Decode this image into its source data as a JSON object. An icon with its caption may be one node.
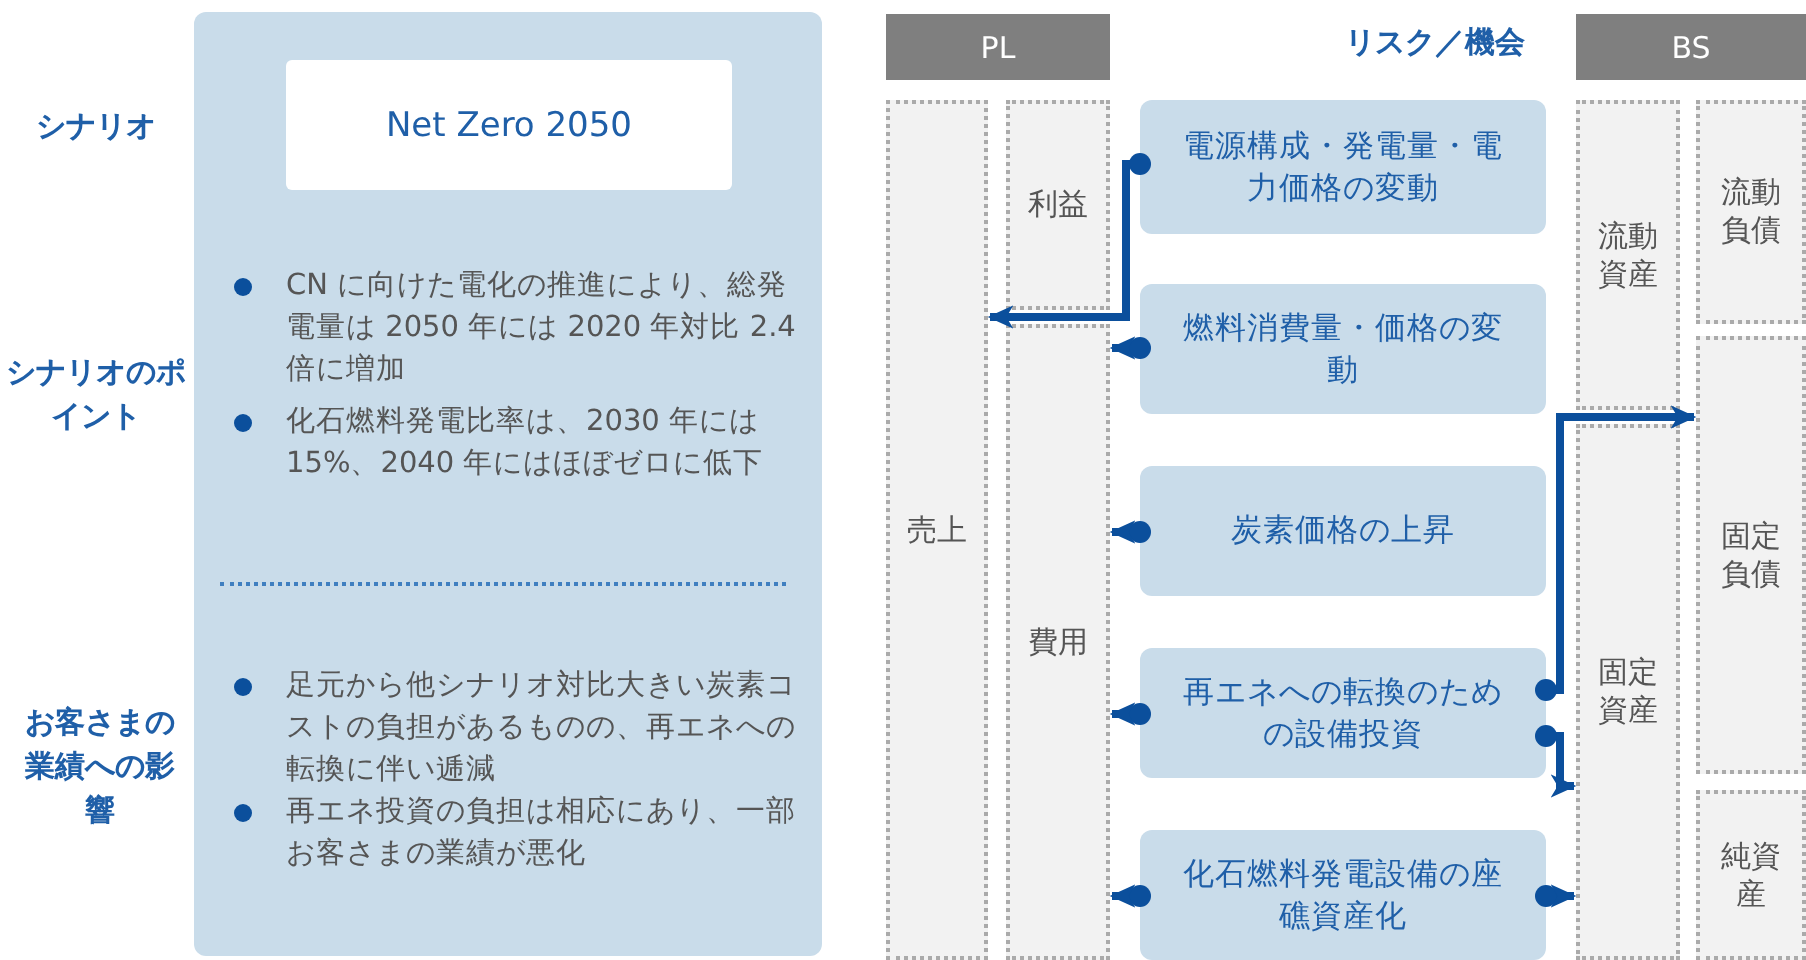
{
  "diagram": {
    "nodes": [
      {
        "text": [
          "CN に向けた電化の推進により、総発電量は 2050 年には 2020 年対比 2.4 倍に増加",
          "化石燃料発電比率は、2030 年には 15%、2040 年にはほぼゼロに低下",
          "足元から他シナリオ対比大きい炭素コストの負担があるものの、再エネへの転換に伴い逓減",
          "再エネ投資の負担は相応にあり、一部お客さまの業績が悪化"
        ]
      },
      {
        "text": [
          "Net Zero 2050"
        ],
        "in": 0
      },
      {
        "text": [
          "PL"
        ]
      },
      {
        "text": [
          "BS"
        ]
      },
      {
        "text": [
          "売上"
        ]
      },
      {
        "text": [
          "利益"
        ]
      },
      {
        "text": [
          "費用"
        ]
      },
      {
        "text": [
          "電源構成・発電量・電力価格の変動"
        ]
      },
      {
        "text": [
          "燃料消費量・価格の変動"
        ]
      },
      {
        "text": [
          "炭素価格の上昇"
        ]
      },
      {
        "text": [
          "再エネへの転換のための設備投資"
        ]
      },
      {
        "text": [
          "化石燃料発電設備の座礁資産化"
        ]
      },
      {
        "text": [
          "流動資産"
        ]
      },
      {
        "text": [
          "流動負債"
        ]
      },
      {
        "text": [
          "固定資産"
        ]
      },
      {
        "text": [
          "固定負債"
        ]
      },
      {
        "text": [
          "純資産"
        ]
      }
    ],
    "edges": [
      {
        "from": 7,
        "to": 4,
        "arrow": "to"
      },
      {
        "from": 8,
        "to": 6,
        "arrow": "to"
      },
      {
        "from": 9,
        "to": 6,
        "arrow": "to"
      },
      {
        "from": 10,
        "to": 6,
        "arrow": "to"
      },
      {
        "from": 10,
        "to": 15,
        "arrow": "to"
      },
      {
        "from": 10,
        "to": 14,
        "arrow": "to"
      },
      {
        "from": 11,
        "to": 6,
        "arrow": "to"
      },
      {
        "from": 11,
        "to": 14,
        "arrow": "to"
      }
    ],
    "labels": [
      "シナリオ",
      "シナリオのポイント",
      "お客さまの業績への影響",
      "リスク／機会"
    ]
  }
}
